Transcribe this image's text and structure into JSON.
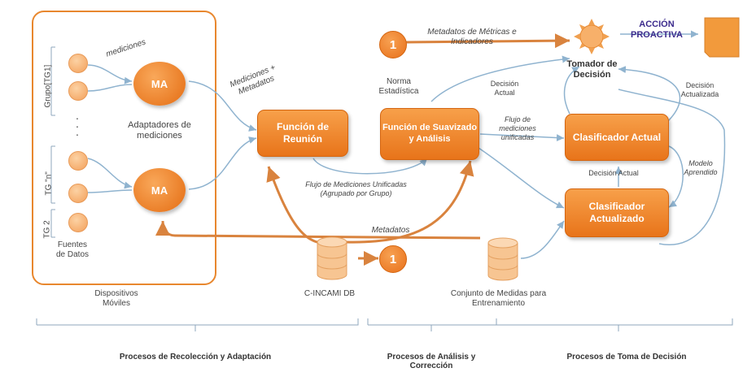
{
  "labels": {
    "mediciones": "mediciones",
    "mediciones_metadatos": "Mediciones + Metadatos",
    "metadatos_metricas": "Metadatos de Métricas e Indicadores",
    "accion_proactiva": "ACCIÓN PROACTIVA",
    "tomador_decision": "Tomador de Decisión",
    "norma_estadistica": "Norma Estadística",
    "decision_actual": "Decisión Actual",
    "decision_actualizada": "Decisión Actualizada",
    "adaptadores": "Adaptadores de mediciones",
    "flujo_unificadas_agrupado": "Flujo de Mediciones Unificadas (Agrupado por Grupo)",
    "flujo_unificadas": "Flujo de mediciones unificadas",
    "decision_actual_mid": "Decisión Actual",
    "modelo_aprendido": "Modelo Aprendido",
    "metadatos": "Metadatos",
    "fuentes_datos": "Fuentes de Datos",
    "dispositivos_moviles": "Dispositivos Móviles",
    "db": "C-INCAMI DB",
    "conjunto": "Conjunto de Medidas para Entrenamiento"
  },
  "groups": {
    "grupo1": "Grupo[TG1]",
    "tg_n": "TG \"n\"",
    "tg2": "TG 2"
  },
  "nodes": {
    "ma": "MA",
    "funcion_reunion": "Función de Reunión",
    "funcion_suavizado": "Función de Suavizado y Análisis",
    "clasificador_actual": "Clasificador Actual",
    "clasificador_actualizado": "Clasificador Actualizado",
    "num": "1"
  },
  "bottom": {
    "recoleccion": "Procesos de Recolección y Adaptación",
    "analisis": "Procesos de Análisis y Corrección",
    "toma_decision": "Procesos de Toma de Decisión"
  },
  "colors": {
    "orange": "#e8741a",
    "light_orange": "#f3a05a",
    "blue_arrow": "#8fb3cf",
    "brown_arrow": "#c8763a",
    "purple": "#3b2a8c"
  }
}
